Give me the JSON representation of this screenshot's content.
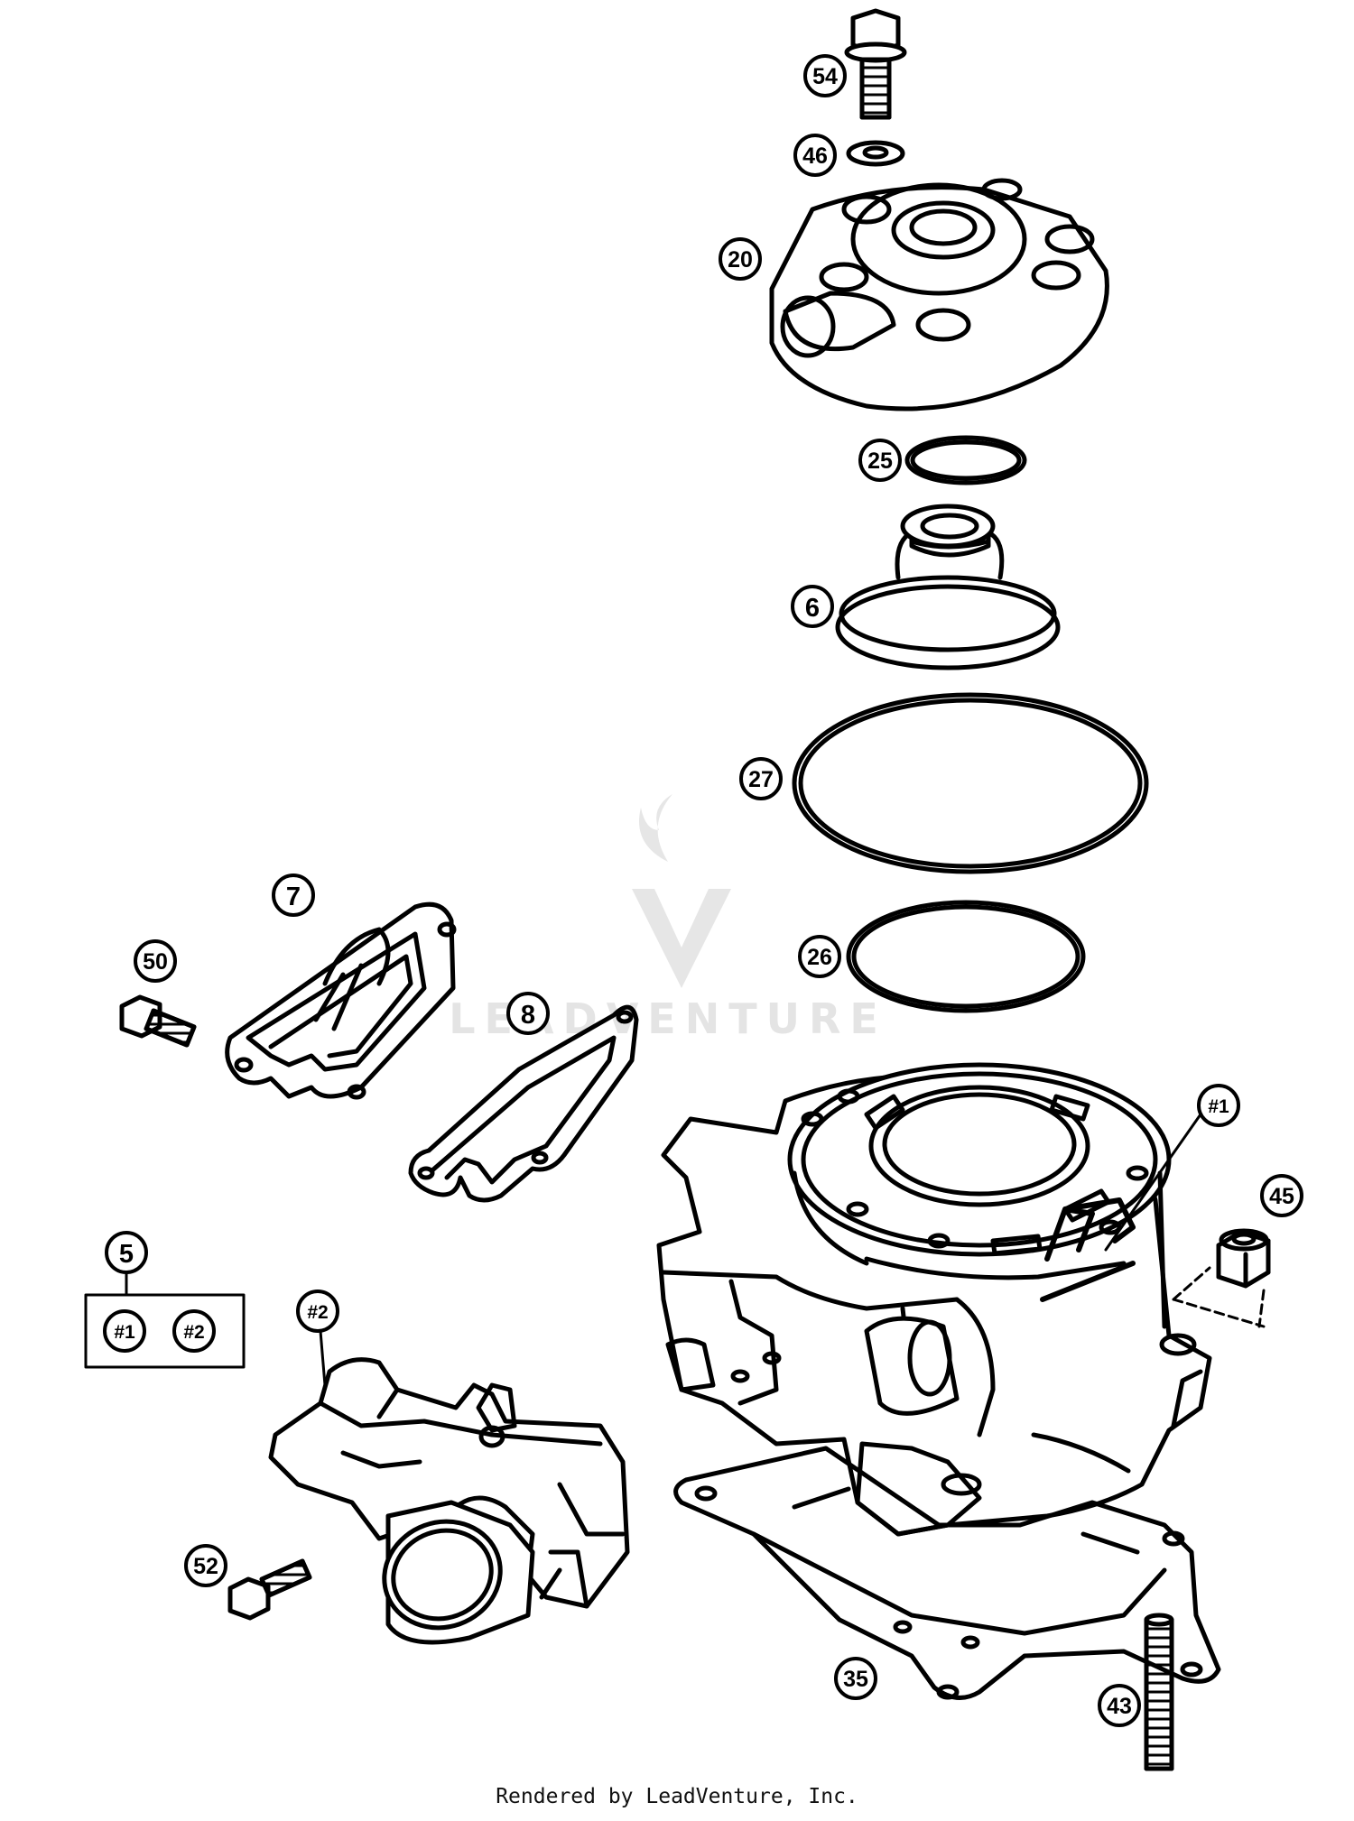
{
  "watermark": {
    "text": "LEADVENTURE"
  },
  "footer": {
    "text": "Rendered by LeadVenture, Inc."
  },
  "callouts": {
    "c54": "54",
    "c46": "46",
    "c20": "20",
    "c25": "25",
    "c6": "6",
    "c27": "27",
    "c26": "26",
    "c7": "7",
    "c50": "50",
    "c8": "8",
    "c1": "#1",
    "c45": "45",
    "c5": "5",
    "k1": "#1",
    "k2": "#2",
    "c2": "#2",
    "c52": "52",
    "c35": "35",
    "c43": "43"
  }
}
